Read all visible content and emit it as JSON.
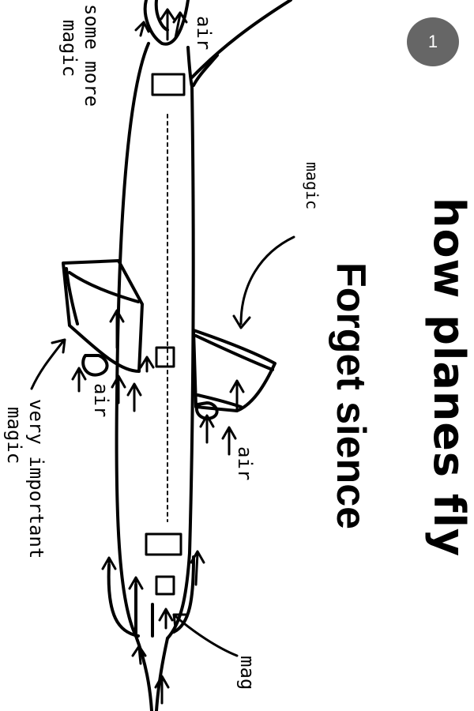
{
  "badge": {
    "count": "1"
  },
  "titles": {
    "line1": "how planes fly",
    "line2": "Forget sience"
  },
  "labels": {
    "some_more_magic": "some more",
    "some_more_magic_2": "magic",
    "air_top": "air",
    "magic_right": "magic",
    "air_left_wing": "air",
    "air_right_wing": "air",
    "very_important": "very important",
    "very_important_2": "magic",
    "mag_bottom": "mag"
  }
}
